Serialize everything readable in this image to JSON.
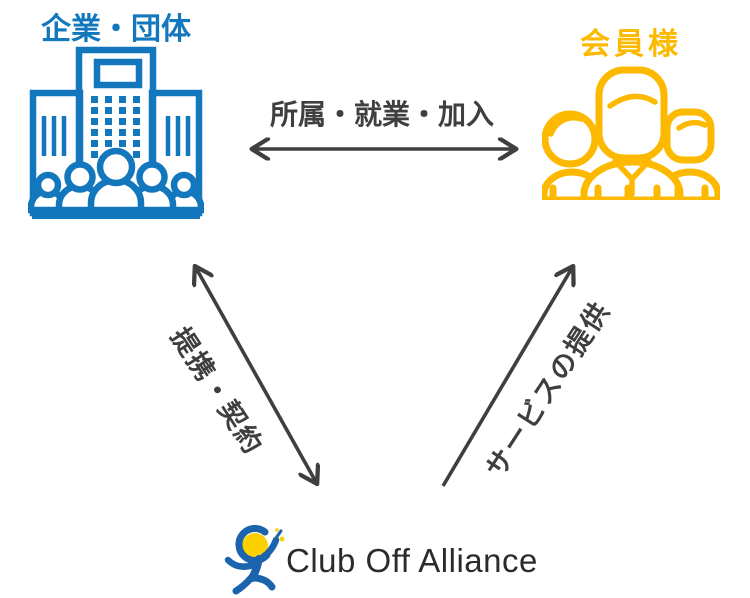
{
  "diagram": {
    "title_hint": "Club Off Alliance relationship diagram",
    "companies": {
      "label": "企業・団体",
      "icon": "office-building-with-people-icon"
    },
    "members": {
      "label": "会員様",
      "icon": "family-members-icon"
    },
    "provider": {
      "name": "Club Off Alliance",
      "icon": "club-off-mascot-icon"
    },
    "relations": {
      "affiliation": {
        "label": "所属・就業・加入",
        "between": "companies-members",
        "arrow": "double-headed"
      },
      "partnership": {
        "label": "提携・契約",
        "between": "companies-provider",
        "arrow": "double-headed"
      },
      "service": {
        "label": "サービスの提供",
        "between": "provider-members",
        "arrow": "single-headed-to-members"
      }
    },
    "colors": {
      "companies_blue": "#1377bd",
      "members_yellow": "#fdb900",
      "arrow_gray": "#3f3f3f",
      "logo_text": "#2e2a2b",
      "mascot_blue": "#1c63ad",
      "mascot_yellow": "#fdd000"
    }
  }
}
